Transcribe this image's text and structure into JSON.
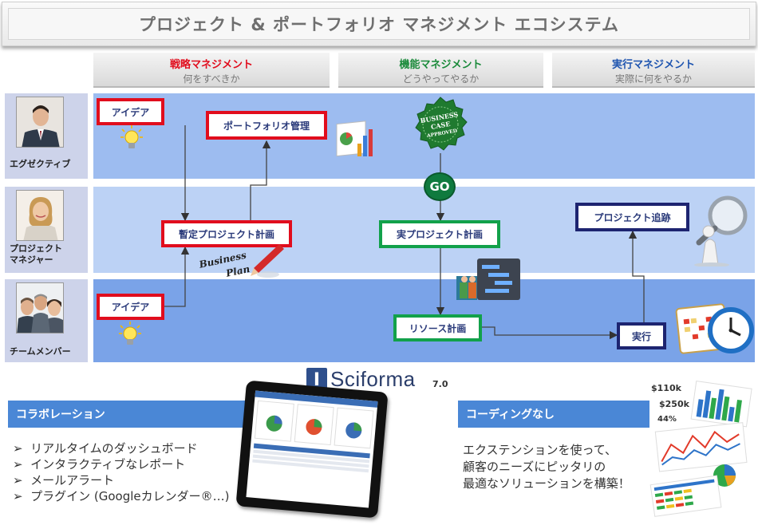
{
  "title": "プロジェクト & ポートフォリオ マネジメント エコシステム",
  "columns": [
    {
      "title": "戦略マネジメント",
      "subtitle": "何をすべきか",
      "color": "#e10d1d"
    },
    {
      "title": "機能マネジメント",
      "subtitle": "どうやってやるか",
      "color": "#1a8a3a"
    },
    {
      "title": "実行マネジメント",
      "subtitle": "実際に何をやるか",
      "color": "#1f55b0"
    }
  ],
  "roles": [
    {
      "label": "エグゼクティブ"
    },
    {
      "label": "プロジェクト\nマネジャー"
    },
    {
      "label": "チームメンバー"
    }
  ],
  "boxes": {
    "idea_top": "アイデア",
    "portfolio": "ポートフォリオ管理",
    "tentative_plan": "暫定プロジェクト計画",
    "actual_plan": "実プロジェクト計画",
    "tracking": "プロジェクト追跡",
    "idea_bottom": "アイデア",
    "resource_plan": "リソース計画",
    "execution": "実行"
  },
  "go_label": "GO",
  "seal_text": {
    "line1": "BUSINESS",
    "line2": "CASE",
    "line3": "APPROVED"
  },
  "business_plan_text": {
    "line1": "Business",
    "line2": "Plan"
  },
  "logo": {
    "brand": "Sciforma",
    "version": "7.0",
    "letter": "I"
  },
  "collaboration": {
    "header": "コラボレーション",
    "items": [
      "リアルタイムのダッシュボード",
      "インタラクティブなレポート",
      "メールアラート",
      "プラグイン (Googleカレンダー®…)"
    ]
  },
  "no_coding": {
    "header": "コーディングなし",
    "lines": [
      "エクステンションを使って、",
      "顧客のニーズにピッタリの",
      "最適なソリューションを構築！"
    ]
  },
  "dashboard_figures": {
    "a": "$110k",
    "b": "$250k",
    "c": "44%"
  },
  "colors": {
    "lane_top": "#9dbcf0",
    "lane_mid": "#bcd2f5",
    "lane_bottom": "#7aa3e8",
    "panel_blue": "#4a87d6",
    "box_red": "#e10d1d",
    "box_green": "#12a14a",
    "box_navy": "#1d2470"
  },
  "icons": {
    "bullet": "➢"
  }
}
